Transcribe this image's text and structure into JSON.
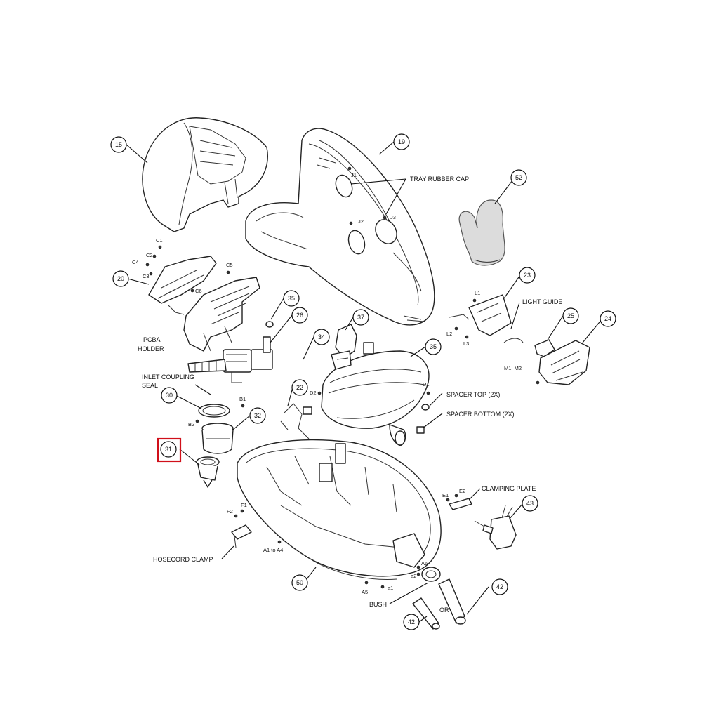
{
  "highlight": {
    "part": "31",
    "color": "#d0101a"
  },
  "callouts": {
    "c15": "15",
    "c19": "19",
    "c52": "52",
    "c20": "20",
    "c23": "23",
    "c35a": "35",
    "c26": "26",
    "c37": "37",
    "c25": "25",
    "c24": "24",
    "c34": "34",
    "c35b": "35",
    "c30": "30",
    "c22": "22",
    "c32": "32",
    "c31": "31",
    "c43": "43",
    "c50": "50",
    "c42a": "42",
    "c42b": "42"
  },
  "labels": {
    "tray_rubber_cap": "TRAY RUBBER CAP",
    "light_guide": "LIGHT GUIDE",
    "pcba_holder_1": "PCBA",
    "pcba_holder_2": "HOLDER",
    "inlet_coupling_1": "INLET COUPLING",
    "inlet_coupling_2": "SEAL",
    "spacer_top": "SPACER TOP (2X)",
    "spacer_bottom": "SPACER BOTTOM (2X)",
    "clamping_plate": "CLAMPING PLATE",
    "hosecord_clamp": "HOSECORD CLAMP",
    "bush": "BUSH",
    "or": "OR"
  },
  "screws": {
    "c1": "C1",
    "c2": "C2",
    "c4": "C4",
    "c3": "C3",
    "c5": "C5",
    "c6": "C6",
    "j1": "J1",
    "j2": "J2",
    "j3": "J3",
    "l1": "L1",
    "l2": "L2",
    "l3": "L3",
    "m1m2": "M1, M2",
    "d1": "D1",
    "d2": "D2",
    "b1": "B1",
    "b2": "B2",
    "e1": "E1",
    "e2": "E2",
    "f1": "F1",
    "f2": "F2",
    "a1a4": "A1 to A4",
    "a5": "A5",
    "a6": "A6",
    "a1": "a1",
    "a2": "a2"
  }
}
